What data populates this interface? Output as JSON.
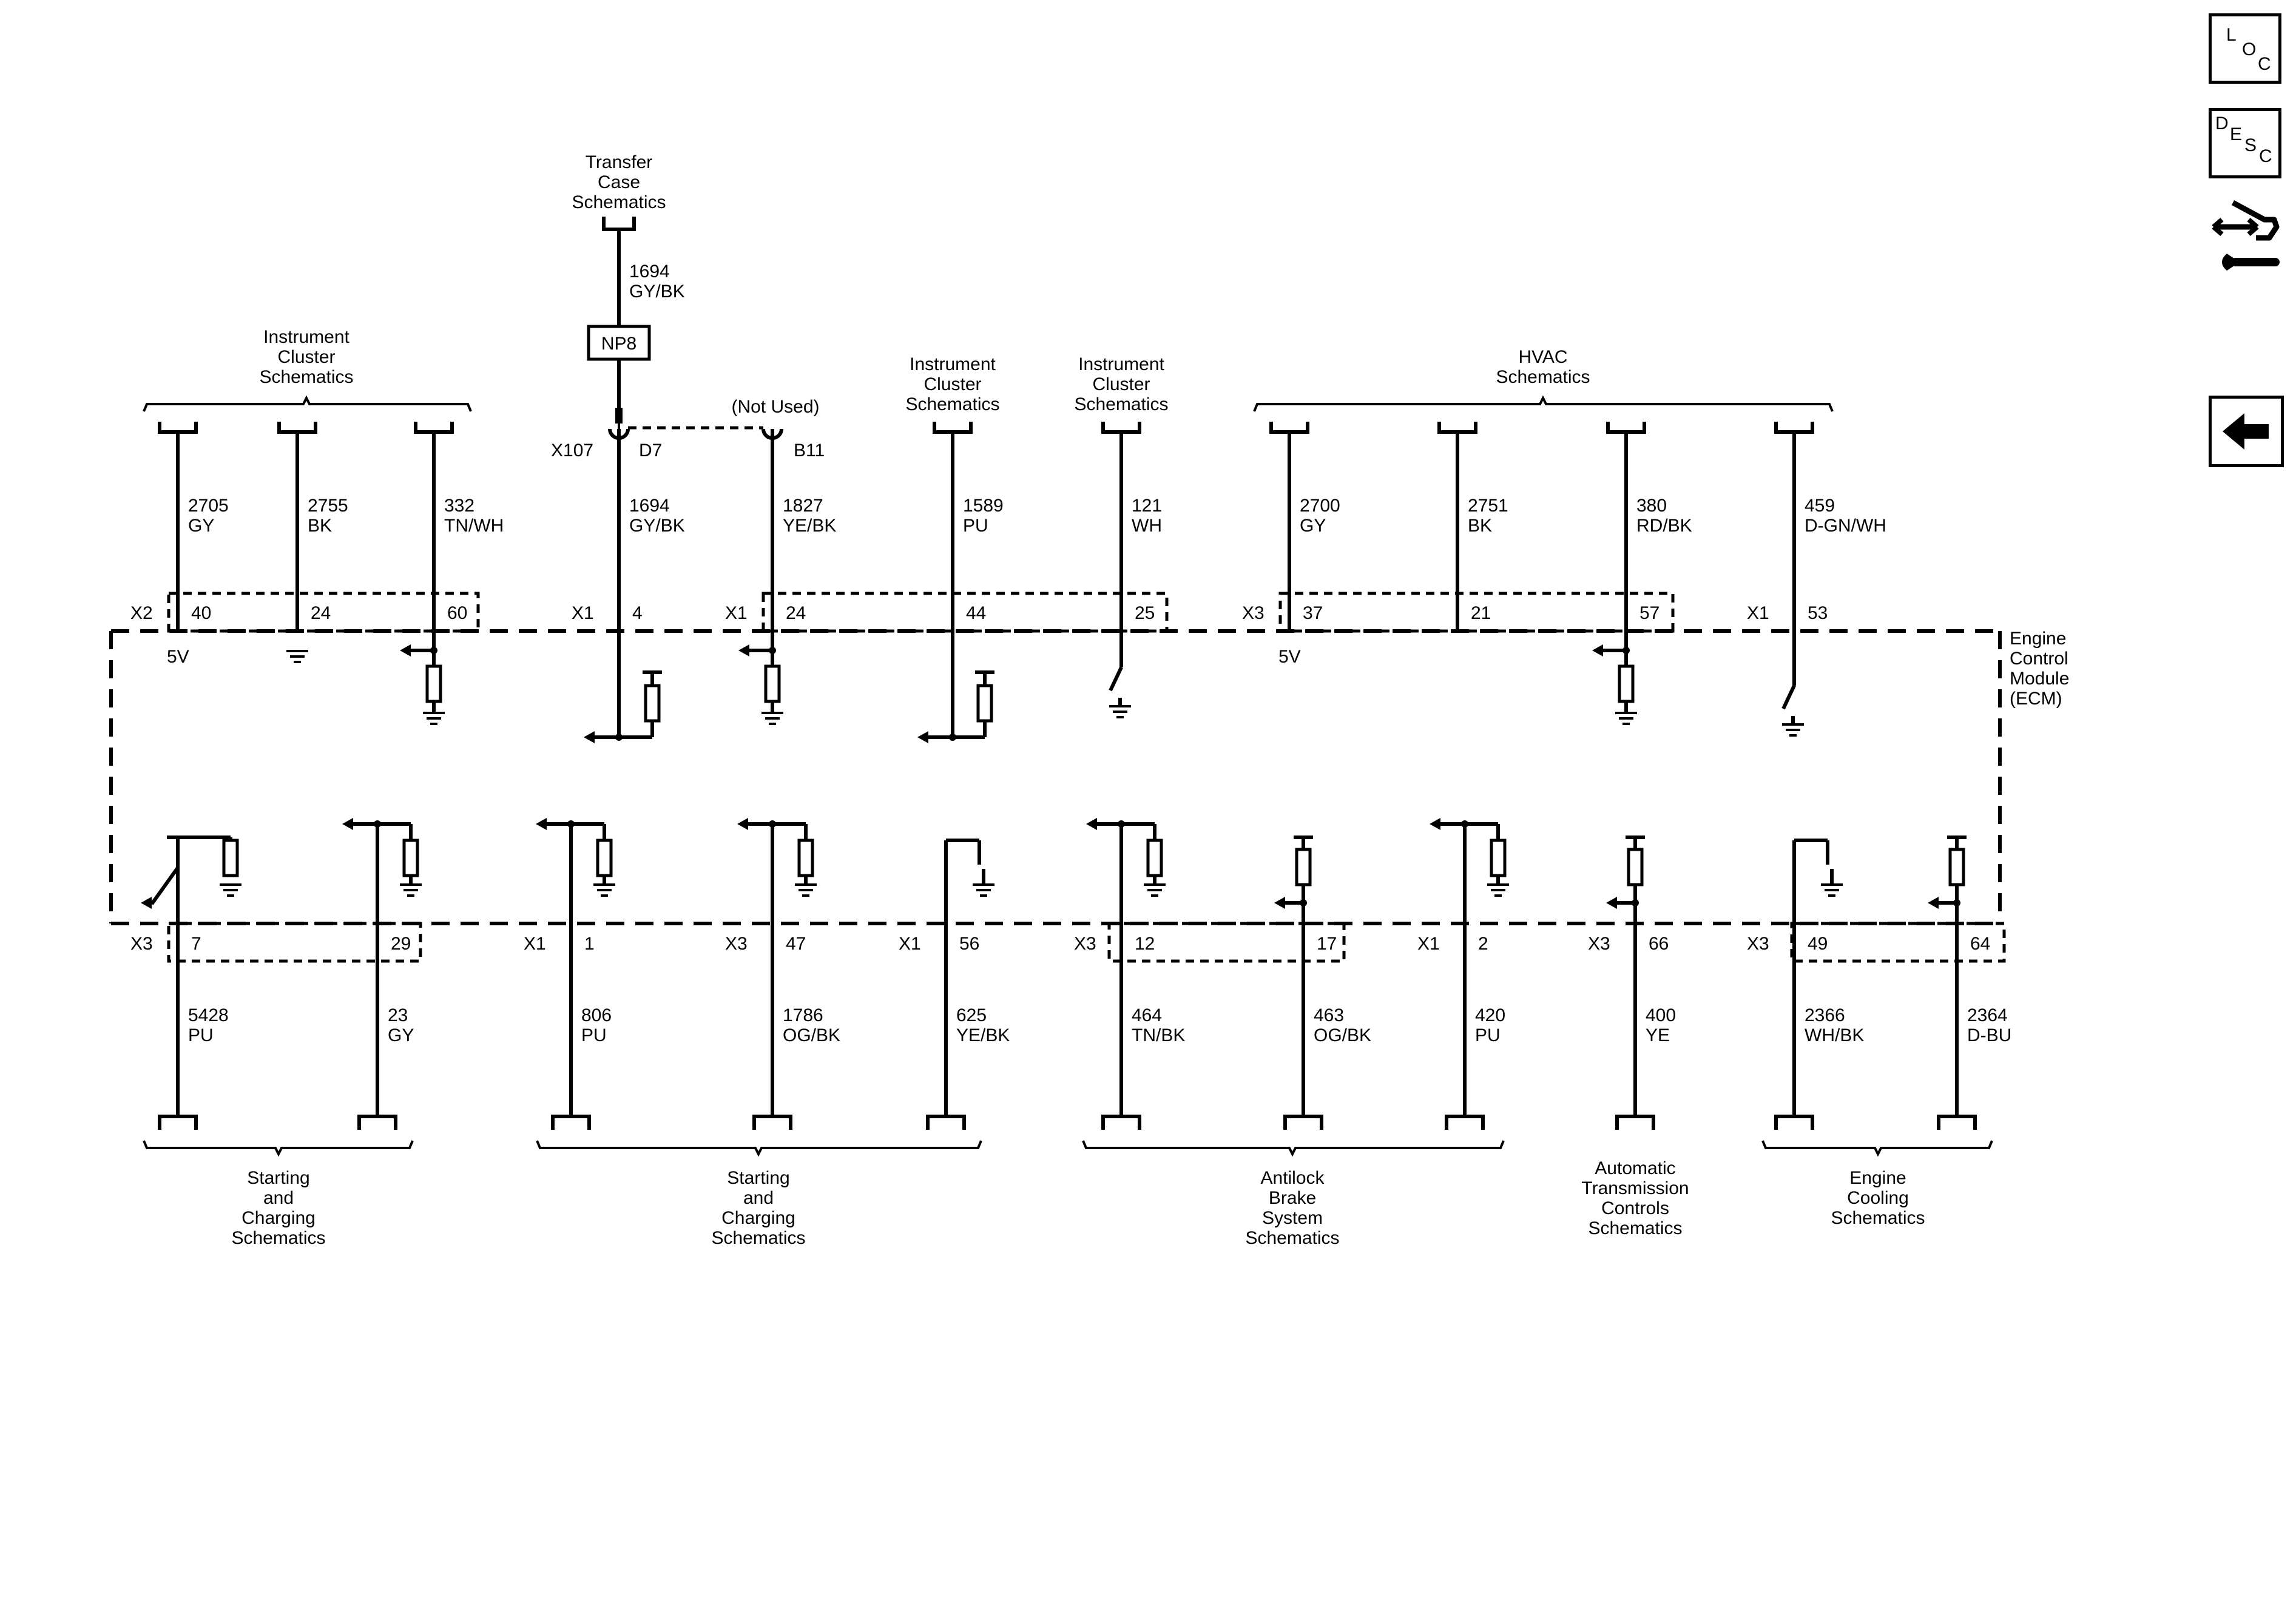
{
  "sidebar": {
    "loc": {
      "l1": "L",
      "l2": "O",
      "l3": "C"
    },
    "desc": {
      "l1": "D",
      "l2": "E",
      "l3": "S",
      "l4": "C"
    },
    "icons": [
      "loc-button-icon",
      "desc-button-icon",
      "connector-tool-icon",
      "back-arrow-icon"
    ]
  },
  "module": {
    "l1": "Engine",
    "l2": "Control",
    "l3": "Module",
    "l4": "(ECM)"
  },
  "groups_top": [
    {
      "lines": [
        "Instrument",
        "Cluster",
        "Schematics"
      ]
    },
    {
      "lines": [
        "Transfer",
        "Case",
        "Schematics"
      ]
    },
    {
      "lines": [
        "Instrument",
        "Cluster",
        "Schematics"
      ]
    },
    {
      "lines": [
        "Instrument",
        "Cluster",
        "Schematics"
      ]
    },
    {
      "lines": [
        "HVAC",
        "Schematics"
      ]
    }
  ],
  "groups_bottom": [
    {
      "lines": [
        "Starting",
        "and",
        "Charging",
        "Schematics"
      ]
    },
    {
      "lines": [
        "Starting",
        "and",
        "Charging",
        "Schematics"
      ]
    },
    {
      "lines": [
        "Antilock",
        "Brake",
        "System",
        "Schematics"
      ]
    },
    {
      "lines": [
        "Automatic",
        "Transmission",
        "Controls",
        "Schematics"
      ]
    },
    {
      "lines": [
        "Engine",
        "Cooling",
        "Schematics"
      ]
    }
  ],
  "transfer_case": {
    "upper_circuit": "1694",
    "upper_color": "GY/BK",
    "splice": "NP8",
    "connector": "X107",
    "pin_d7": "D7",
    "pin_b11": "B11",
    "not_used": "(Not Used)"
  },
  "top_wires": [
    {
      "circuit": "2705",
      "color": "GY",
      "conn": "X2",
      "pin": "40",
      "note": "5V"
    },
    {
      "circuit": "2755",
      "color": "BK",
      "conn": "",
      "pin": "24",
      "note": ""
    },
    {
      "circuit": "332",
      "color": "TN/WH",
      "conn": "",
      "pin": "60",
      "note": ""
    },
    {
      "circuit": "1694",
      "color": "GY/BK",
      "conn": "X1",
      "pin": "4",
      "note": ""
    },
    {
      "circuit": "1827",
      "color": "YE/BK",
      "conn": "X1",
      "pin": "24",
      "note": ""
    },
    {
      "circuit": "1589",
      "color": "PU",
      "conn": "",
      "pin": "44",
      "note": ""
    },
    {
      "circuit": "121",
      "color": "WH",
      "conn": "",
      "pin": "25",
      "note": ""
    },
    {
      "circuit": "2700",
      "color": "GY",
      "conn": "X3",
      "pin": "37",
      "note": "5V"
    },
    {
      "circuit": "2751",
      "color": "BK",
      "conn": "",
      "pin": "21",
      "note": ""
    },
    {
      "circuit": "380",
      "color": "RD/BK",
      "conn": "",
      "pin": "57",
      "note": ""
    },
    {
      "circuit": "459",
      "color": "D-GN/WH",
      "conn": "X1",
      "pin": "53",
      "note": ""
    }
  ],
  "bottom_wires": [
    {
      "circuit": "5428",
      "color": "PU",
      "conn": "X3",
      "pin": "7"
    },
    {
      "circuit": "23",
      "color": "GY",
      "conn": "",
      "pin": "29"
    },
    {
      "circuit": "806",
      "color": "PU",
      "conn": "X1",
      "pin": "1"
    },
    {
      "circuit": "1786",
      "color": "OG/BK",
      "conn": "X3",
      "pin": "47"
    },
    {
      "circuit": "625",
      "color": "YE/BK",
      "conn": "X1",
      "pin": "56"
    },
    {
      "circuit": "464",
      "color": "TN/BK",
      "conn": "X3",
      "pin": "12"
    },
    {
      "circuit": "463",
      "color": "OG/BK",
      "conn": "",
      "pin": "17"
    },
    {
      "circuit": "420",
      "color": "PU",
      "conn": "X1",
      "pin": "2"
    },
    {
      "circuit": "400",
      "color": "YE",
      "conn": "X3",
      "pin": "66"
    },
    {
      "circuit": "2366",
      "color": "WH/BK",
      "conn": "X3",
      "pin": "49"
    },
    {
      "circuit": "2364",
      "color": "D-BU",
      "conn": "",
      "pin": "64"
    }
  ]
}
